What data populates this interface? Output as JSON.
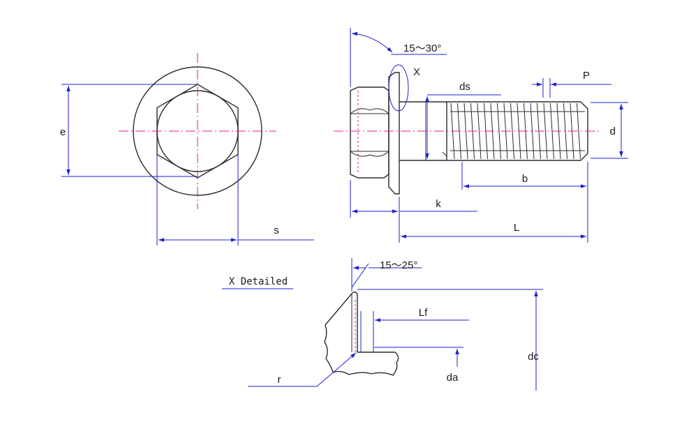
{
  "diagram": {
    "labels": {
      "e": "e",
      "s": "s",
      "angle_head": "15～30°",
      "x_mark": "X",
      "ds": "ds",
      "p": "P",
      "d": "d",
      "b": "b",
      "k": "k",
      "l": "L",
      "detail_title": "X Detailed",
      "angle_detail": "15～25°",
      "lf": "Lf",
      "dc": "dc",
      "r": "r",
      "da": "da"
    },
    "colors": {
      "part": "#2b2b2b",
      "dimension": "#1f1fd6",
      "centerline": "#e0189a"
    }
  }
}
